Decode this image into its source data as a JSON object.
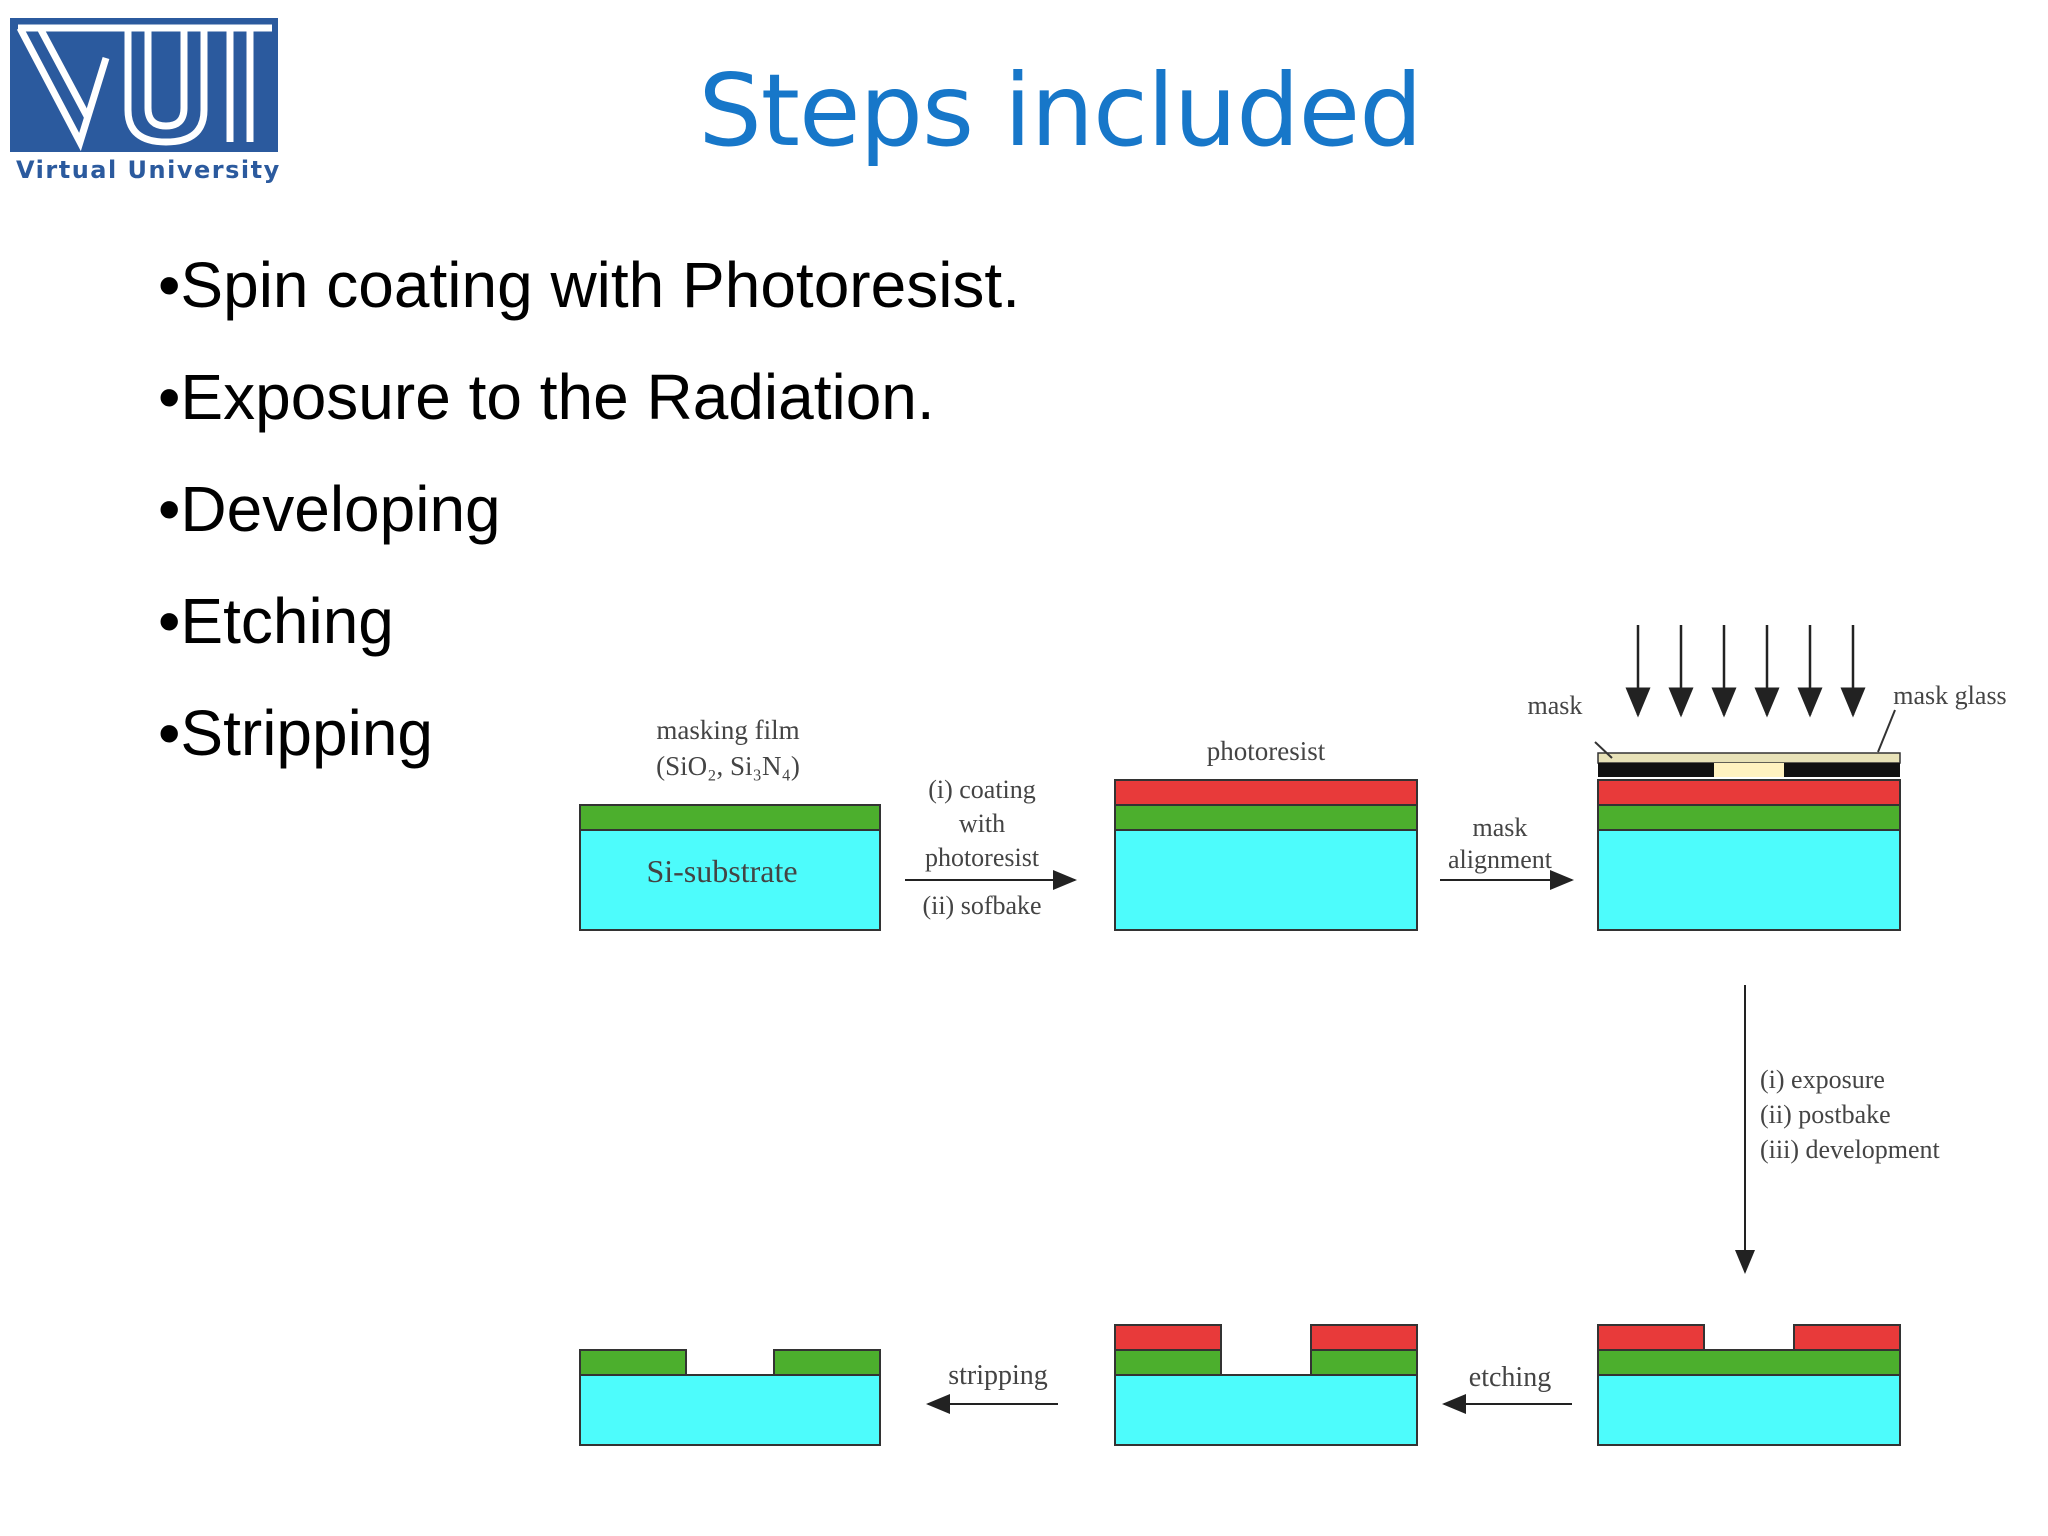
{
  "logo": {
    "mark": "VU",
    "text": "Virtual University"
  },
  "title": "Steps included",
  "bullets": [
    "•Spin coating with Photoresist.",
    "•Exposure to the Radiation.",
    "•Developing",
    "•Etching",
    "•Stripping"
  ],
  "diagram": {
    "masking_film_line1": "masking film",
    "masking_film_line2": "(SiO₂, Si₃N₄)",
    "substrate_label": "Si-substrate",
    "step1_line1": "(i) coating",
    "step1_line2": "with",
    "step1_line3": "photoresist",
    "step1_line4": "(ii) sofbake",
    "photoresist_label": "photoresist",
    "mask_alignment_line1": "mask",
    "mask_alignment_line2": "alignment",
    "mask_label": "mask",
    "mask_glass_label": "mask glass",
    "exposure_line1": "(i) exposure",
    "exposure_line2": "(ii) postbake",
    "exposure_line3": "(iii) development",
    "etching_label": "etching",
    "stripping_label": "stripping",
    "colors": {
      "substrate": "#4dfcfc",
      "masking_film": "#4caf2d",
      "photoresist": "#e83a3a",
      "mask": "#111111",
      "mask_opening": "#fff2c0",
      "mask_glass": "#e8e2b8",
      "title": "#1777c9",
      "logo": "#2b5a9e"
    }
  }
}
